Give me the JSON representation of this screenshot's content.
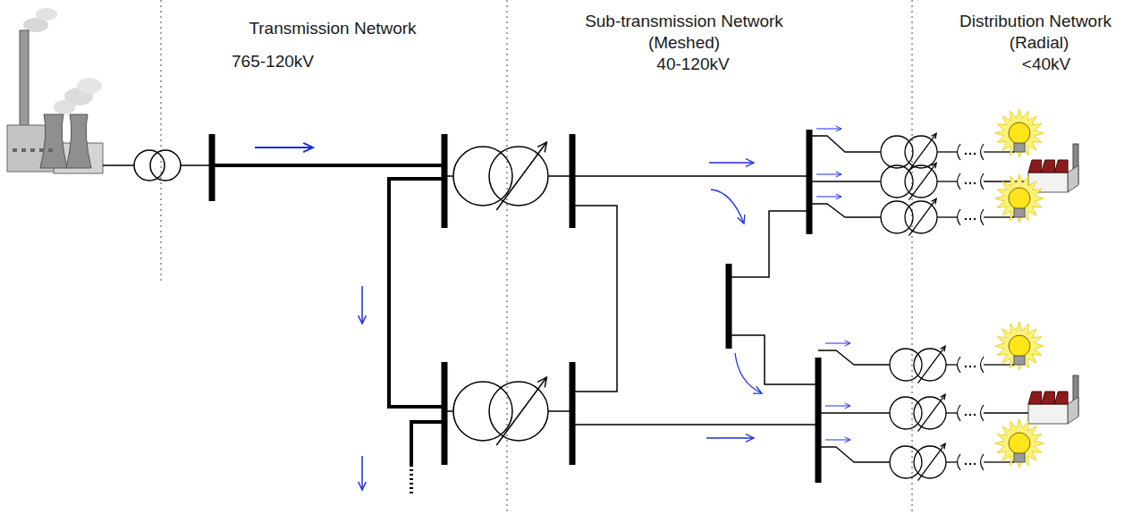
{
  "diagram": {
    "labels": [
      "Transmission Network",
      "765-120kV",
      "Sub-transmission Network",
      "(Meshed)",
      "40-120kV",
      "Distribution Network",
      "(Radial)",
      "<40kV"
    ]
  }
}
